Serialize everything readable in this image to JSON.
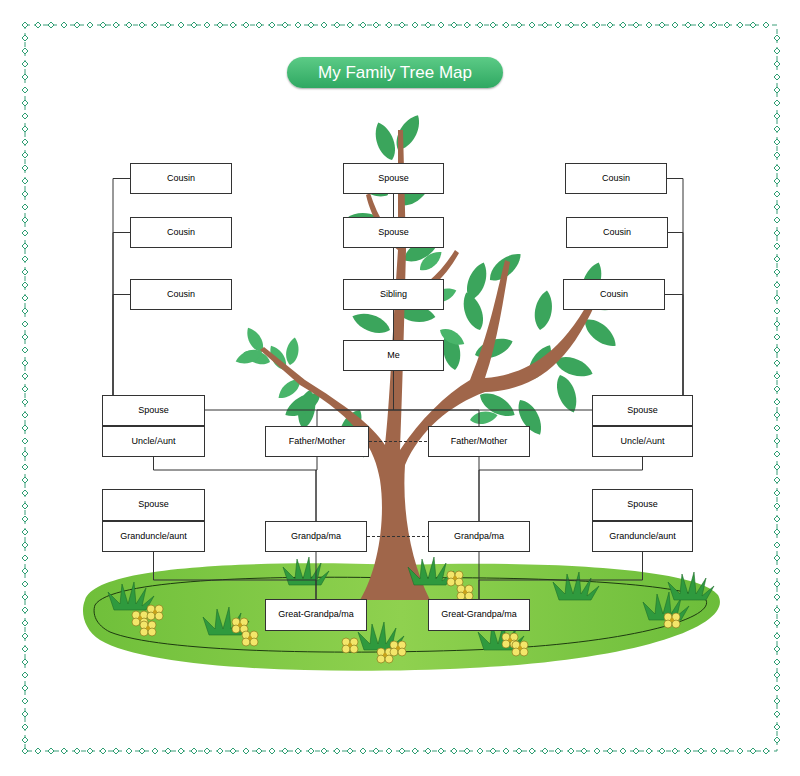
{
  "diagram": {
    "title": "My Family Tree Map",
    "nodes": [
      {
        "text": [
          "Cousin"
        ]
      },
      {
        "text": [
          "Spouse"
        ]
      },
      {
        "text": [
          "Cousin"
        ]
      },
      {
        "text": [
          "Cousin"
        ]
      },
      {
        "text": [
          "Spouse"
        ]
      },
      {
        "text": [
          "Cousin"
        ]
      },
      {
        "text": [
          "Cousin"
        ]
      },
      {
        "text": [
          "Sibling"
        ]
      },
      {
        "text": [
          "Cousin"
        ]
      },
      {
        "text": [
          "Me"
        ]
      },
      {
        "text": [
          "Spouse"
        ]
      },
      {
        "text": [
          "Spouse"
        ]
      },
      {
        "text": [
          "Uncle/Aunt"
        ]
      },
      {
        "text": [
          "Father/Mother"
        ]
      },
      {
        "text": [
          "Father/Mother"
        ]
      },
      {
        "text": [
          "Uncle/Aunt"
        ]
      },
      {
        "text": [
          "Spouse"
        ]
      },
      {
        "text": [
          "Spouse"
        ]
      },
      {
        "text": [
          "Granduncle/aunt"
        ]
      },
      {
        "text": [
          "Grandpa/ma"
        ]
      },
      {
        "text": [
          "Grandpa/ma"
        ]
      },
      {
        "text": [
          "Granduncle/aunt"
        ]
      },
      {
        "text": [
          "Great-Grandpa/ma"
        ]
      },
      {
        "text": [
          "Great-Grandpa/ma"
        ]
      }
    ],
    "edges": [
      {
        "from": 0,
        "to": 10,
        "arrow": "none"
      },
      {
        "from": 3,
        "to": 10,
        "arrow": "none"
      },
      {
        "from": 6,
        "to": 10,
        "arrow": "none"
      },
      {
        "from": 2,
        "to": 11,
        "arrow": "none"
      },
      {
        "from": 5,
        "to": 11,
        "arrow": "none"
      },
      {
        "from": 8,
        "to": 11,
        "arrow": "none"
      },
      {
        "from": 9,
        "to": 7,
        "arrow": "none"
      },
      {
        "from": 7,
        "to": 4,
        "arrow": "none"
      },
      {
        "from": 4,
        "to": 1,
        "arrow": "none"
      },
      {
        "from": 9,
        "to": 13,
        "arrow": "none"
      },
      {
        "from": 9,
        "to": 14,
        "arrow": "none"
      },
      {
        "from": 10,
        "to": 11,
        "arrow": "none"
      },
      {
        "from": 13,
        "to": 14,
        "arrow": "none"
      },
      {
        "from": 12,
        "to": 19,
        "arrow": "none"
      },
      {
        "from": 13,
        "to": 19,
        "arrow": "none"
      },
      {
        "from": 14,
        "to": 20,
        "arrow": "none"
      },
      {
        "from": 15,
        "to": 20,
        "arrow": "none"
      },
      {
        "from": 19,
        "to": 20,
        "arrow": "none"
      },
      {
        "from": 18,
        "to": 22,
        "arrow": "none"
      },
      {
        "from": 19,
        "to": 22,
        "arrow": "none"
      },
      {
        "from": 20,
        "to": 23,
        "arrow": "none"
      },
      {
        "from": 21,
        "to": 23,
        "arrow": "none"
      }
    ]
  }
}
